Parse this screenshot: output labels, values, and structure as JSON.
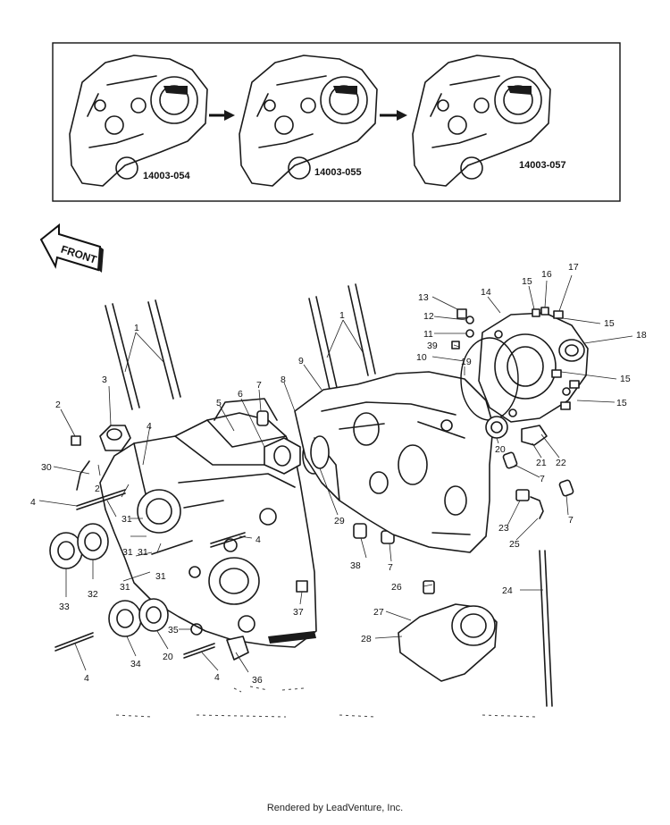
{
  "inset": {
    "variants": [
      "14003-054",
      "14003-055",
      "14003-057"
    ]
  },
  "front_label": "FRONT",
  "callouts": [
    {
      "n": "1"
    },
    {
      "n": "1"
    },
    {
      "n": "2"
    },
    {
      "n": "2"
    },
    {
      "n": "3"
    },
    {
      "n": "4"
    },
    {
      "n": "4"
    },
    {
      "n": "4"
    },
    {
      "n": "4"
    },
    {
      "n": "4"
    },
    {
      "n": "5"
    },
    {
      "n": "6"
    },
    {
      "n": "7"
    },
    {
      "n": "7"
    },
    {
      "n": "7"
    },
    {
      "n": "7"
    },
    {
      "n": "8"
    },
    {
      "n": "9"
    },
    {
      "n": "10"
    },
    {
      "n": "11"
    },
    {
      "n": "12"
    },
    {
      "n": "13"
    },
    {
      "n": "14"
    },
    {
      "n": "15"
    },
    {
      "n": "15"
    },
    {
      "n": "15"
    },
    {
      "n": "15"
    },
    {
      "n": "16"
    },
    {
      "n": "17"
    },
    {
      "n": "18"
    },
    {
      "n": "19"
    },
    {
      "n": "20"
    },
    {
      "n": "20"
    },
    {
      "n": "21"
    },
    {
      "n": "22"
    },
    {
      "n": "23"
    },
    {
      "n": "24"
    },
    {
      "n": "25"
    },
    {
      "n": "26"
    },
    {
      "n": "27"
    },
    {
      "n": "28"
    },
    {
      "n": "29"
    },
    {
      "n": "30"
    },
    {
      "n": "31"
    },
    {
      "n": "31"
    },
    {
      "n": "31"
    },
    {
      "n": "31"
    },
    {
      "n": "31"
    },
    {
      "n": "32"
    },
    {
      "n": "33"
    },
    {
      "n": "34"
    },
    {
      "n": "35"
    },
    {
      "n": "36"
    },
    {
      "n": "37"
    },
    {
      "n": "38"
    },
    {
      "n": "39"
    }
  ],
  "footer": "Rendered by LeadVenture, Inc."
}
